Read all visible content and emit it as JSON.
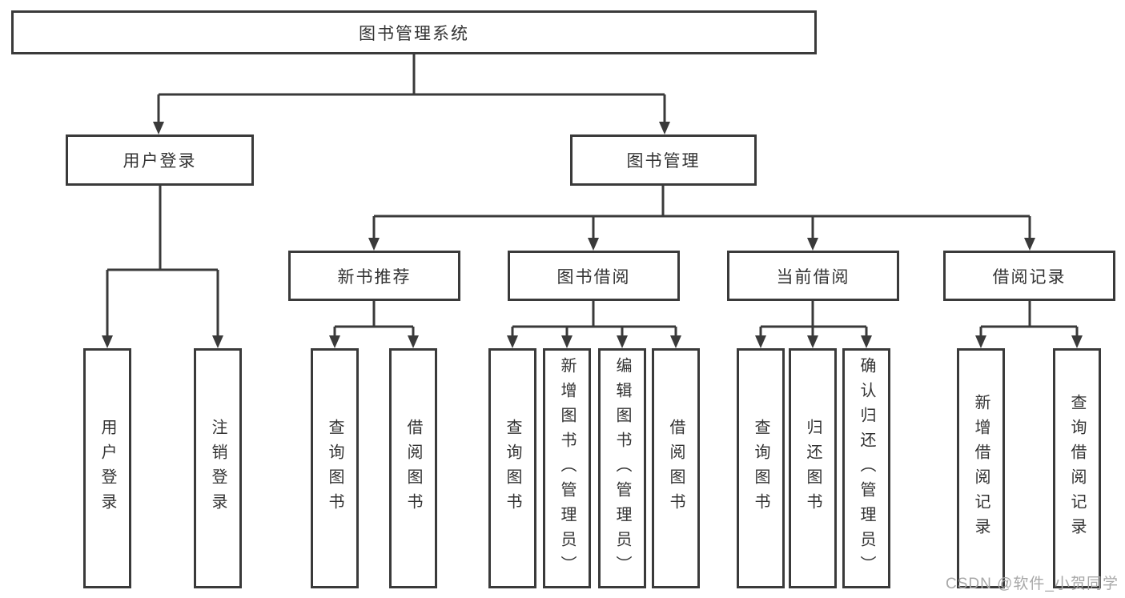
{
  "diagram": {
    "root": {
      "label": "图书管理系统"
    },
    "level2": [
      {
        "label": "用户登录"
      },
      {
        "label": "图书管理"
      }
    ],
    "level3": [
      {
        "label": "新书推荐"
      },
      {
        "label": "图书借阅"
      },
      {
        "label": "当前借阅"
      },
      {
        "label": "借阅记录"
      }
    ],
    "leaves": {
      "user_login": [
        "用户登录",
        "注销登录"
      ],
      "new_books": [
        "查询图书",
        "借阅图书"
      ],
      "book_borrow": [
        "查询图书",
        "新增图书（管理员）",
        "编辑图书（管理员）",
        "借阅图书"
      ],
      "current_borrow": [
        "查询图书",
        "归还图书",
        "确认归还（管理员）"
      ],
      "borrow_records": [
        "新增借阅记录",
        "查询借阅记录"
      ]
    }
  },
  "watermark": {
    "text": "CSDN @软件_小贺同学"
  },
  "colors": {
    "line": "#3a3a3a",
    "text": "#333333",
    "background": "#ffffff",
    "watermark": "#a8a8a8"
  }
}
